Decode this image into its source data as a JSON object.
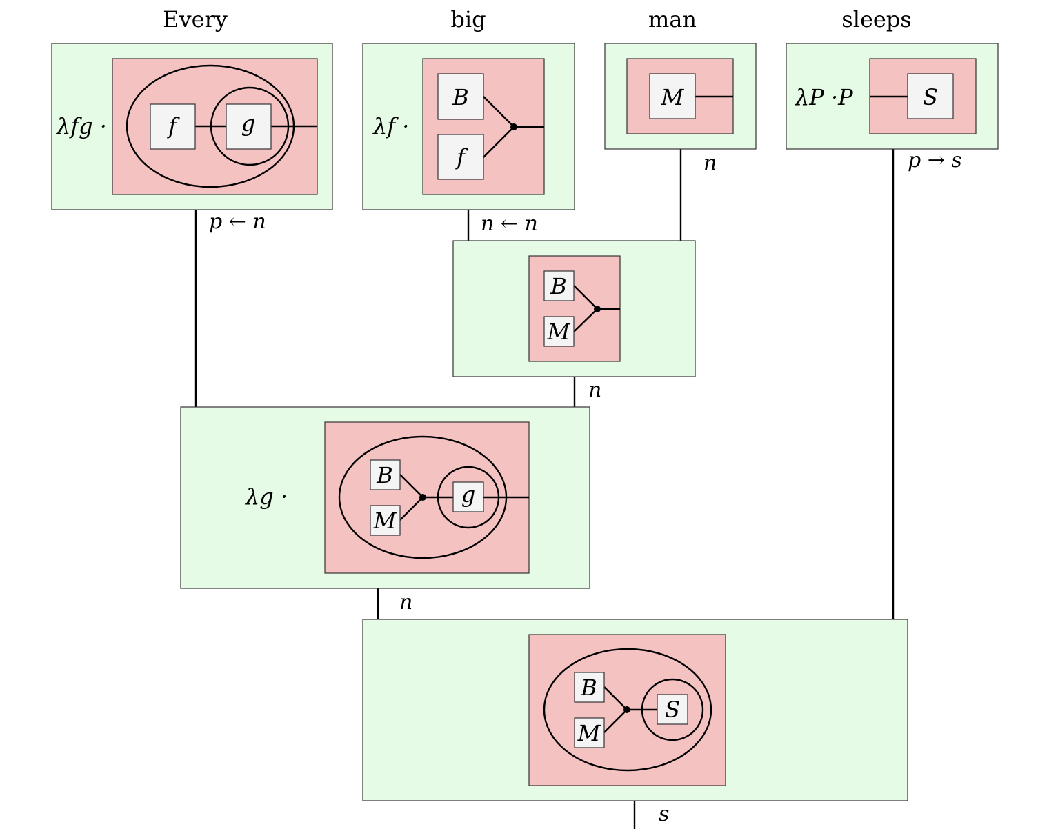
{
  "words": {
    "every": "Every",
    "big": "big",
    "man": "man",
    "sleeps": "sleeps"
  },
  "lambdas": {
    "every": "λfg ·",
    "big": "λf ·",
    "sleeps": "λP ·P",
    "middle": "λg ·"
  },
  "boxes": {
    "f": "f",
    "g": "g",
    "B": "B",
    "M": "M",
    "S": "S"
  },
  "wire_labels": {
    "man_out": "n",
    "sleeps_out": "p → s",
    "every_out": "p ← n",
    "big_out": "n ← n",
    "bigman_out": "n",
    "middle_out": "n",
    "final_out": "s"
  },
  "colors": {
    "outer_fill": "#e5fbe5",
    "inner_fill": "#f5c2c2",
    "box_fill": "#f4f4f4"
  }
}
